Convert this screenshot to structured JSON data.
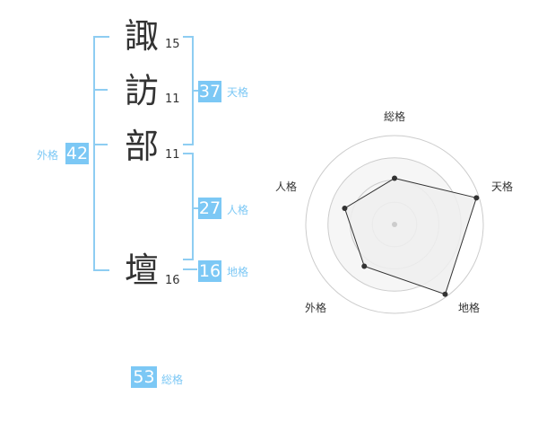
{
  "name": {
    "chars": [
      {
        "char": "諏",
        "strokes": "15"
      },
      {
        "char": "訪",
        "strokes": "11"
      },
      {
        "char": "部",
        "strokes": "11"
      },
      {
        "char": "壇",
        "strokes": "16"
      }
    ]
  },
  "fortune": {
    "tenkaku": {
      "value": "37",
      "label": "天格"
    },
    "jinkaku": {
      "value": "27",
      "label": "人格"
    },
    "chikaku": {
      "value": "16",
      "label": "地格"
    },
    "gaikaku": {
      "value": "42",
      "label": "外格"
    },
    "soukaku": {
      "value": "53",
      "label": "総格"
    }
  },
  "colors": {
    "accent": "#7cc8f5",
    "text": "#333333",
    "polygon_fill": "#eeeeee"
  },
  "chart_data": {
    "type": "radar",
    "axes": [
      "総格",
      "天格",
      "地格",
      "外格",
      "人格"
    ],
    "values": [
      0.52,
      0.97,
      0.97,
      0.58,
      0.59
    ],
    "max": 1,
    "rings": 4
  }
}
